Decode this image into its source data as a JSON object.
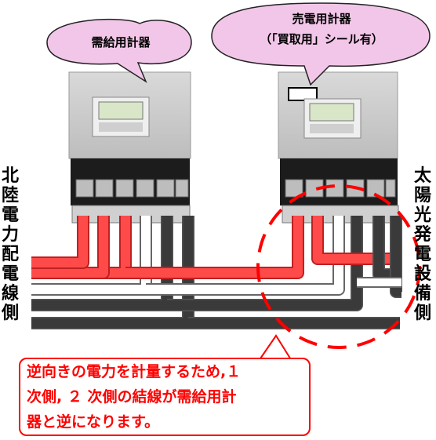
{
  "left_meter_label": "需給用計器",
  "right_meter_label": {
    "line1": "売電用計器",
    "line2": "（「買取用」シール有）"
  },
  "left_side_label": [
    "北",
    "陸",
    "電",
    "力",
    "配",
    "電",
    "線",
    "側"
  ],
  "right_side_label": [
    "太",
    "陽",
    "光",
    "発",
    "電",
    "設",
    "備",
    "側"
  ],
  "note": {
    "line1": "逆向きの電力を計量するため,１",
    "line2": "次側, ２ 次側の結線が需給用計",
    "line3": "器と逆になります。"
  },
  "colors": {
    "bubble_fill": "#f2c6e8",
    "bubble_stroke": "#222222",
    "wire_red": "#ff4a4a",
    "wire_black": "#3a3a3a",
    "wire_white": "#ffffff",
    "highlight": "#ff0000"
  }
}
